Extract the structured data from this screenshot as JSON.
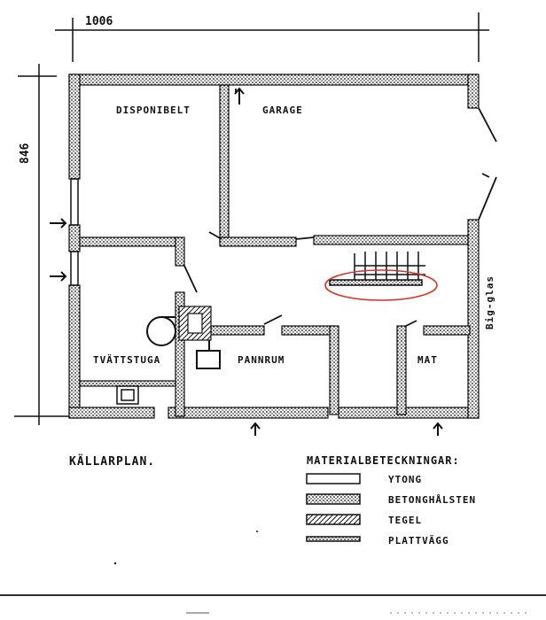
{
  "dimensions": {
    "width_label": "1006",
    "height_label": "846"
  },
  "rooms": {
    "disponibelt": "DISPONIBELT",
    "garage": "GARAGE",
    "tvattstuga": "TVÄTTSTUGA",
    "pannrum": "PANNRUM",
    "mat": "MAT"
  },
  "side_note": "Big-glas",
  "plan_title": "KÄLLARPLAN.",
  "legend": {
    "title": "MATERIALBETECKNINGAR:",
    "items": [
      {
        "label": "YTONG",
        "pattern": "plain"
      },
      {
        "label": "BETONGHÅLSTEN",
        "pattern": "dotted"
      },
      {
        "label": "TEGEL",
        "pattern": "hatched"
      },
      {
        "label": "PLATTVÄGG",
        "pattern": "thin"
      }
    ]
  },
  "colors": {
    "ink": "#111111",
    "highlight": "#d9302a"
  }
}
